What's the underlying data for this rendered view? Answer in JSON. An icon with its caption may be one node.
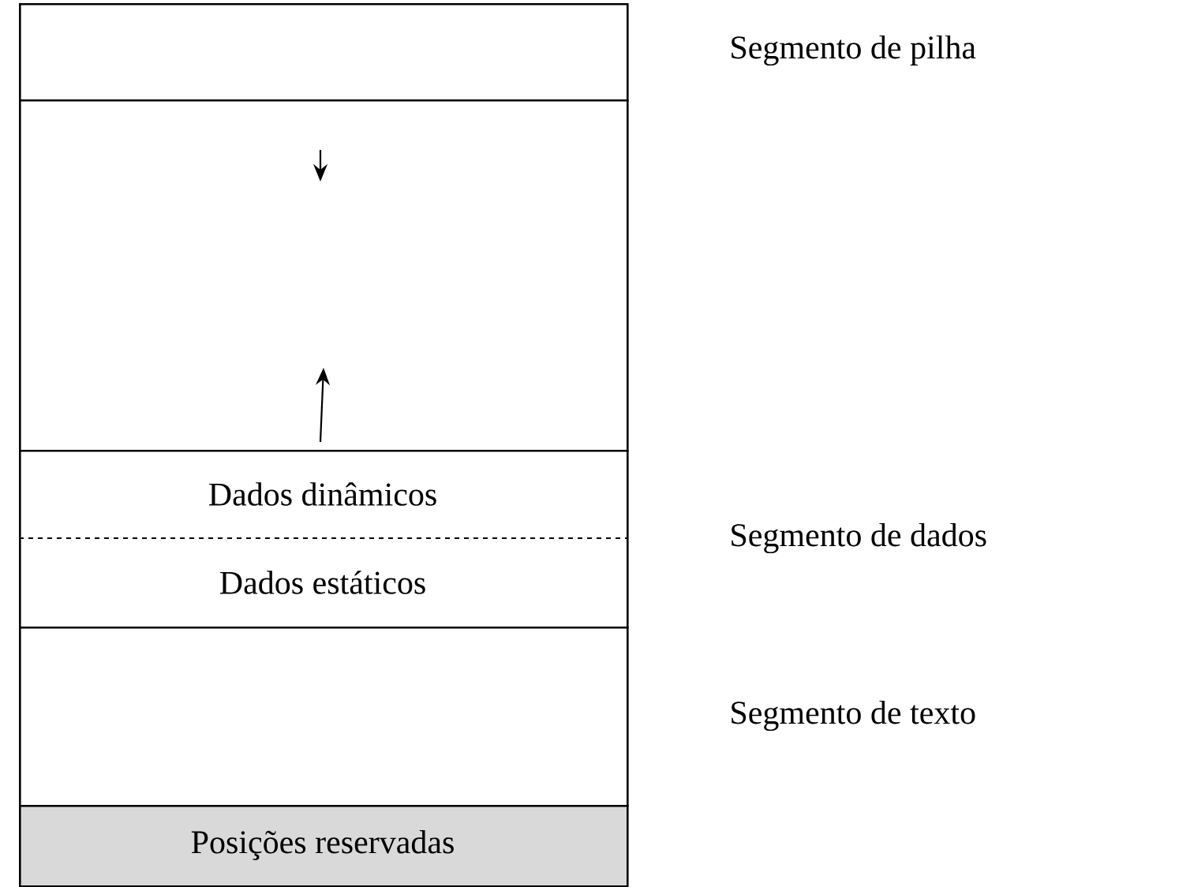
{
  "diagram": {
    "nodes": [
      {
        "text": [],
        "shape": "box",
        "beside": [
          "Segmento de pilha"
        ]
      },
      {
        "text": [],
        "shape": "box"
      },
      {
        "text": [
          "Dados dinâmicos",
          "Dados estáticos"
        ],
        "beside": [
          "Segmento de dados"
        ]
      },
      {
        "text": [],
        "shape": "box",
        "beside": [
          "Segmento de texto"
        ]
      },
      {
        "text": [
          "Posições reservadas"
        ]
      }
    ]
  }
}
